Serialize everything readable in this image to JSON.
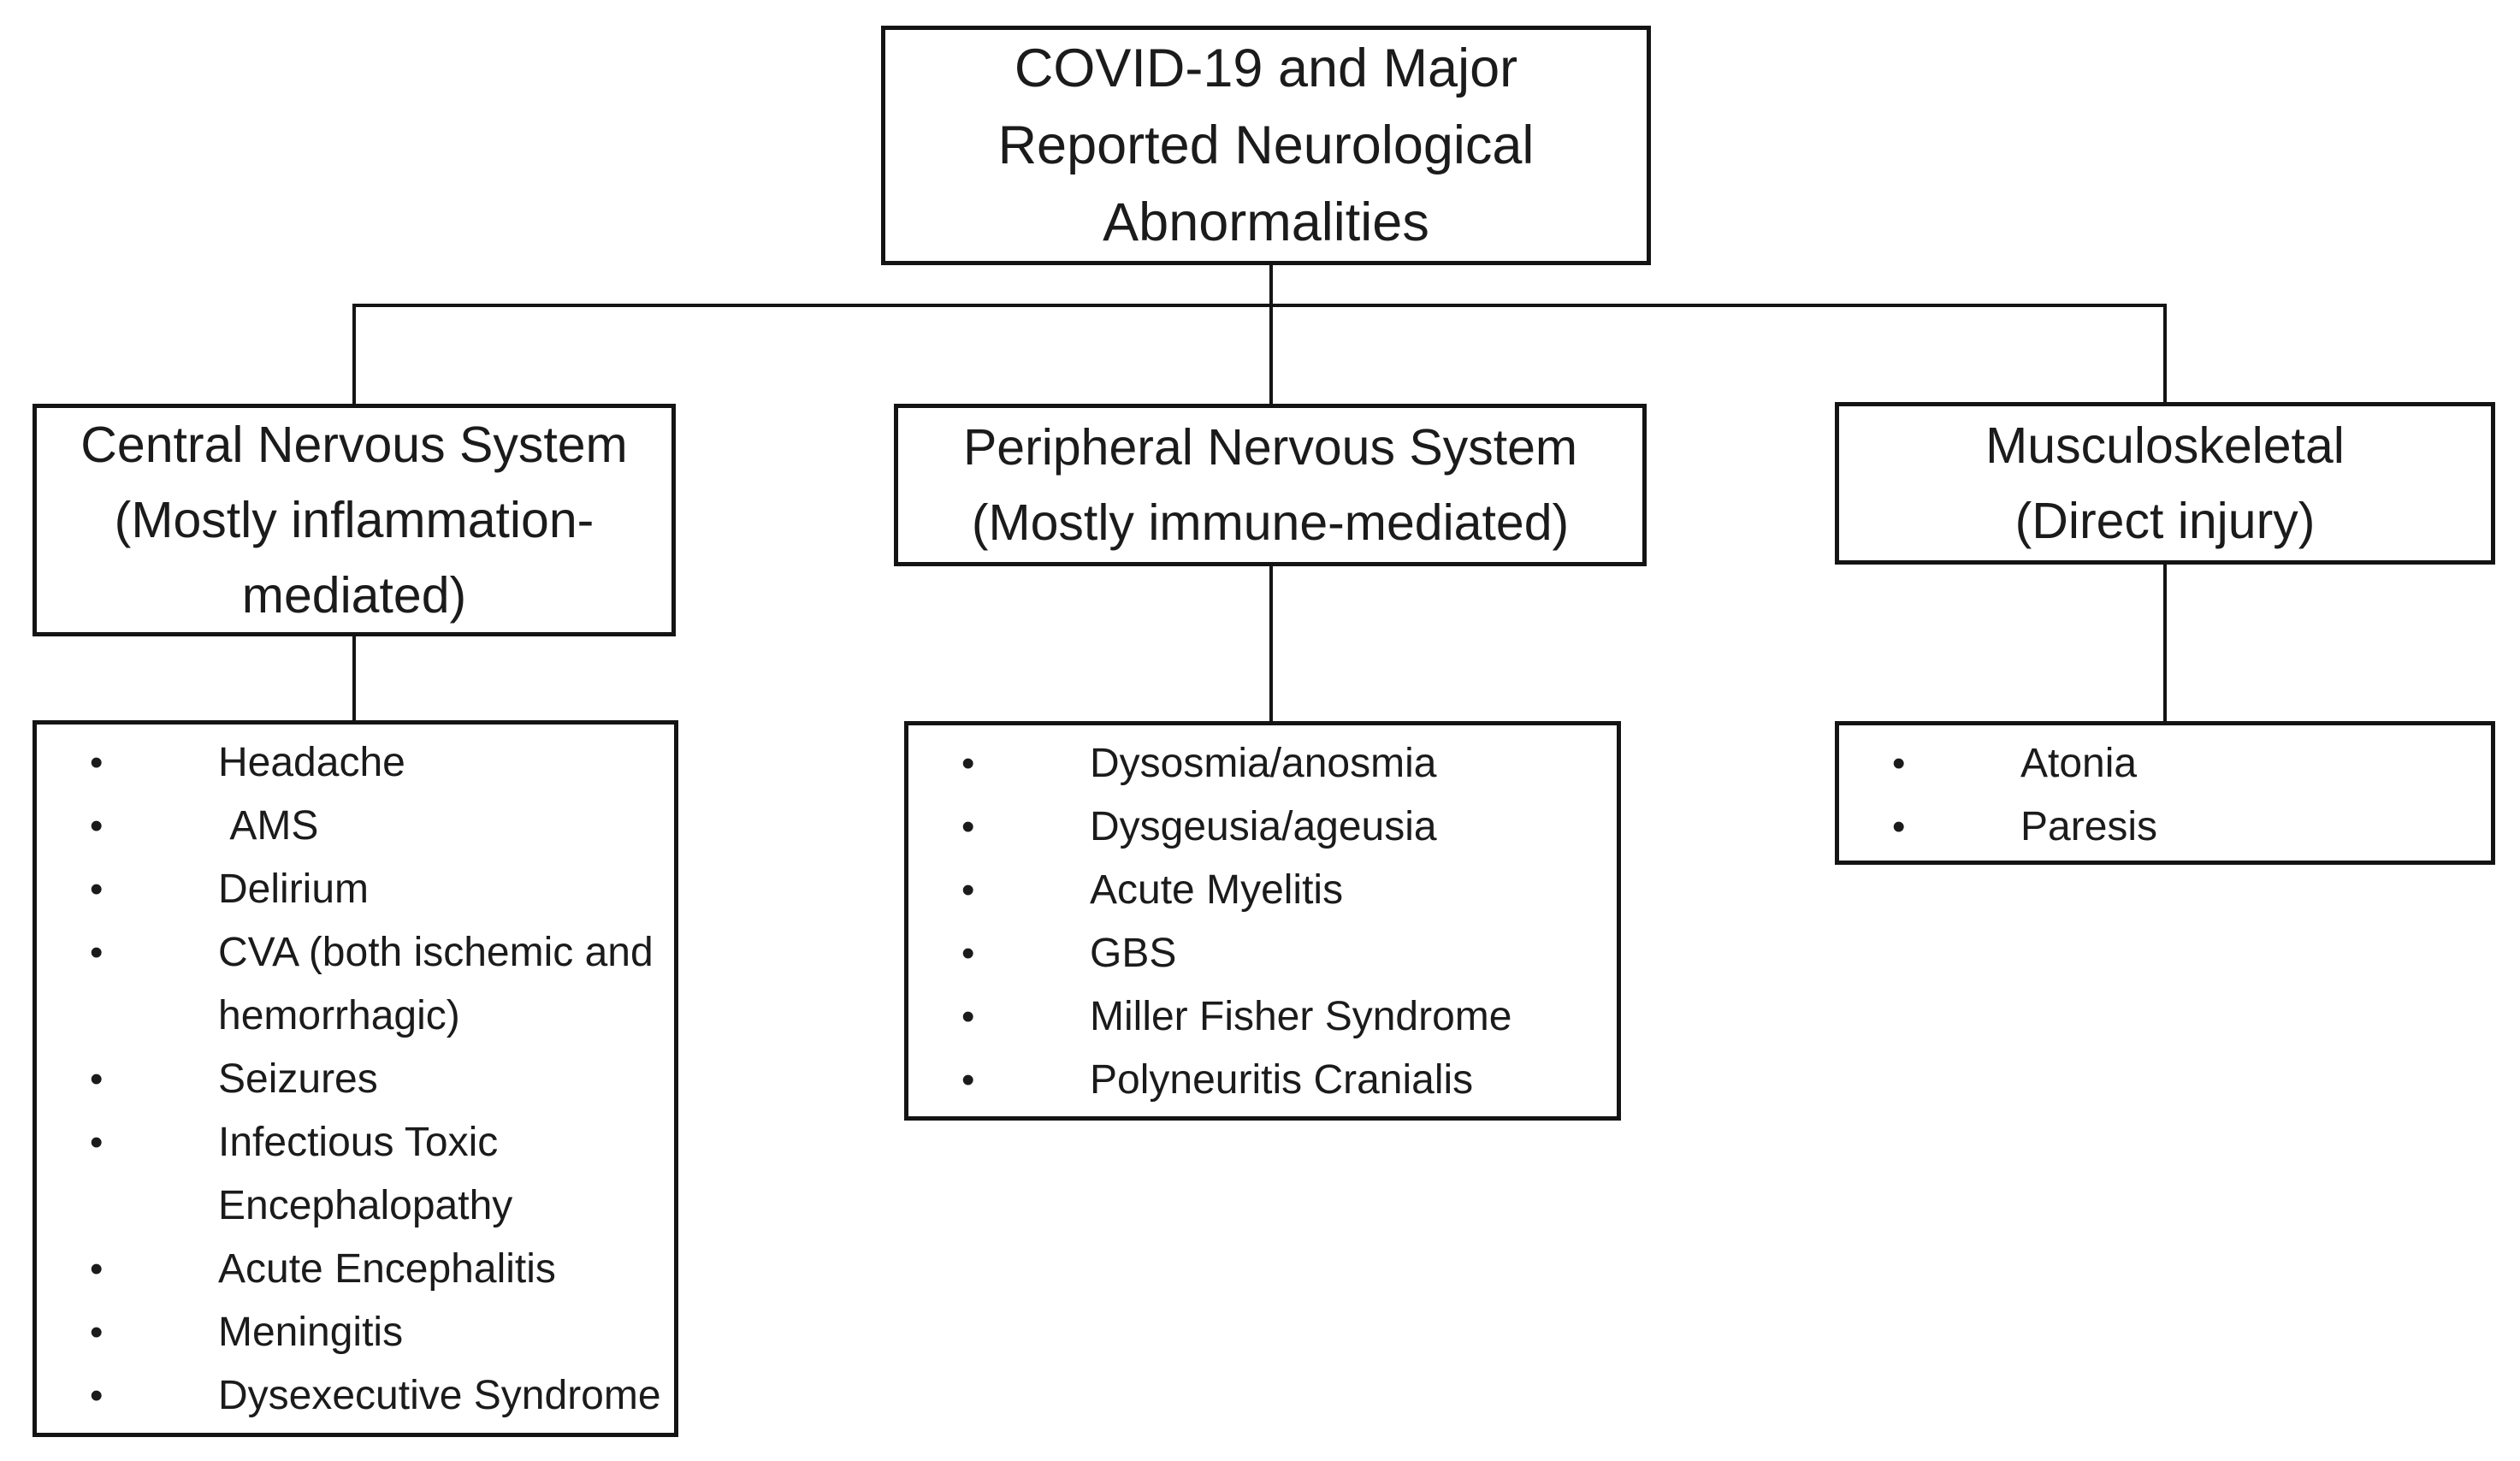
{
  "figure": {
    "bullet_glyph": "•",
    "colors": {
      "background": "#ffffff",
      "line": "#141414",
      "text": "#1b1b1b"
    },
    "root": {
      "title": "COVID-19 and Major\nReported Neurological\nAbnormalities"
    },
    "branches": [
      {
        "id": "cns",
        "title": "Central Nervous System\n(Mostly inflammation-\nmediated)",
        "items": [
          "Headache",
          " AMS",
          "Delirium",
          "CVA (both ischemic and\nhemorrhagic)",
          "Seizures",
          "Infectious Toxic\nEncephalopathy",
          "Acute Encephalitis",
          "Meningitis",
          "Dysexecutive Syndrome"
        ]
      },
      {
        "id": "pns",
        "title": "Peripheral Nervous System\n(Mostly immune-mediated)",
        "items": [
          "Dysosmia/anosmia",
          "Dysgeusia/ageusia",
          "Acute Myelitis",
          "GBS",
          "Miller Fisher Syndrome",
          "Polyneuritis Cranialis"
        ]
      },
      {
        "id": "msk",
        "title": "Musculoskeletal\n(Direct injury)",
        "items": [
          "Atonia",
          "Paresis"
        ]
      }
    ]
  }
}
